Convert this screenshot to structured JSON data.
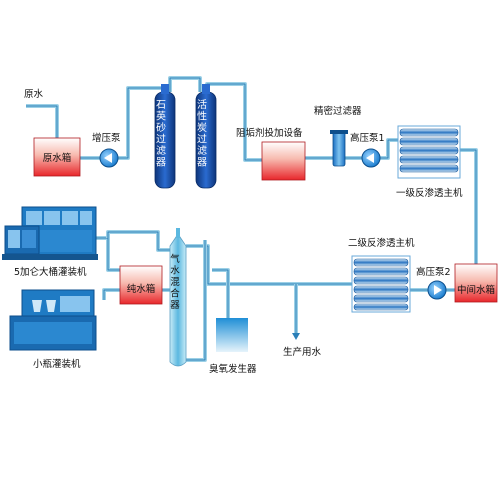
{
  "labels": {
    "raw_water": "原水",
    "raw_tank": "原水箱",
    "booster_pump": "增压泵",
    "quartz_filter": "石英砂过滤器",
    "carbon_filter": "活性炭过滤器",
    "antiscalant": "阻垢剂投加设备",
    "precision_filter": "精密过滤器",
    "hp_pump1": "高压泵1",
    "ro1": "一级反渗透主机",
    "ro2": "二级反渗透主机",
    "hp_pump2": "高压泵2",
    "mid_tank": "中间水箱",
    "pure_tank": "纯水箱",
    "mixer": "气水混合器",
    "ozone": "臭氧发生器",
    "production_water": "生产用水",
    "barrel_filler": "5加仑大桶灌装机",
    "bottle_filler": "小瓶灌装机"
  },
  "colors": {
    "tank_fill": "#e8262b",
    "vessel_blue": "#1a4fa8",
    "pipe": "#9cd0e6",
    "machine_blue": "#1f7bc4",
    "ro_tube": "#2b76c2",
    "pump_blue": "#1e7fd0"
  }
}
